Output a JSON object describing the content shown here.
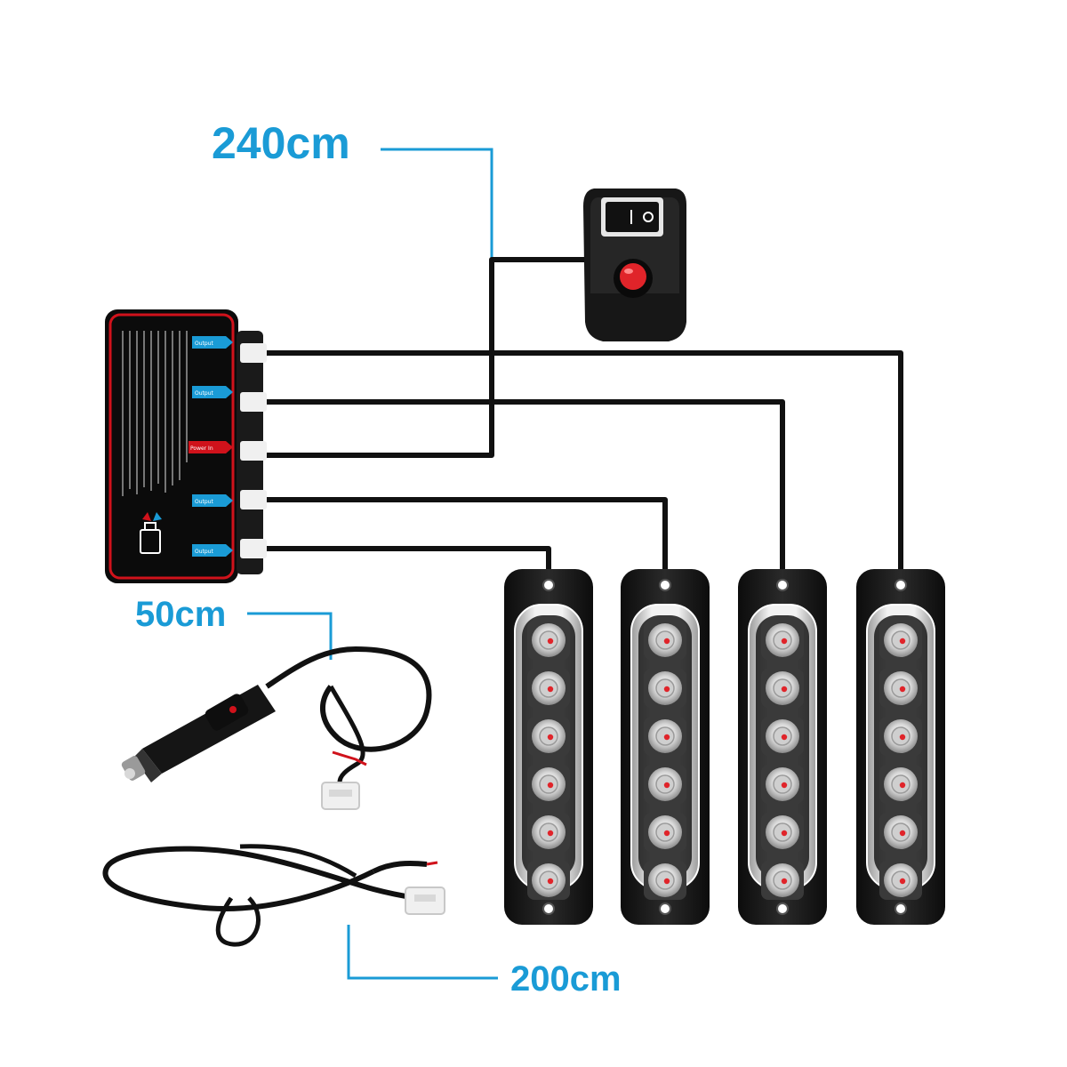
{
  "labels": {
    "switch_cable": "240cm",
    "lighter_cable": "50cm",
    "power_cable": "200cm"
  },
  "controller": {
    "port_labels": [
      "Output",
      "Output",
      "Power In",
      "Output",
      "Output"
    ]
  },
  "colors": {
    "dimension_blue": "#1a9bd6",
    "wire": "#111111",
    "controller_border": "#d0121b",
    "led_red": "#e0242a",
    "switch_button": "#e0242a"
  },
  "icons": [
    "rocker-switch-icon",
    "push-button-icon",
    "lighter-plug-icon",
    "led-bar-icon"
  ]
}
